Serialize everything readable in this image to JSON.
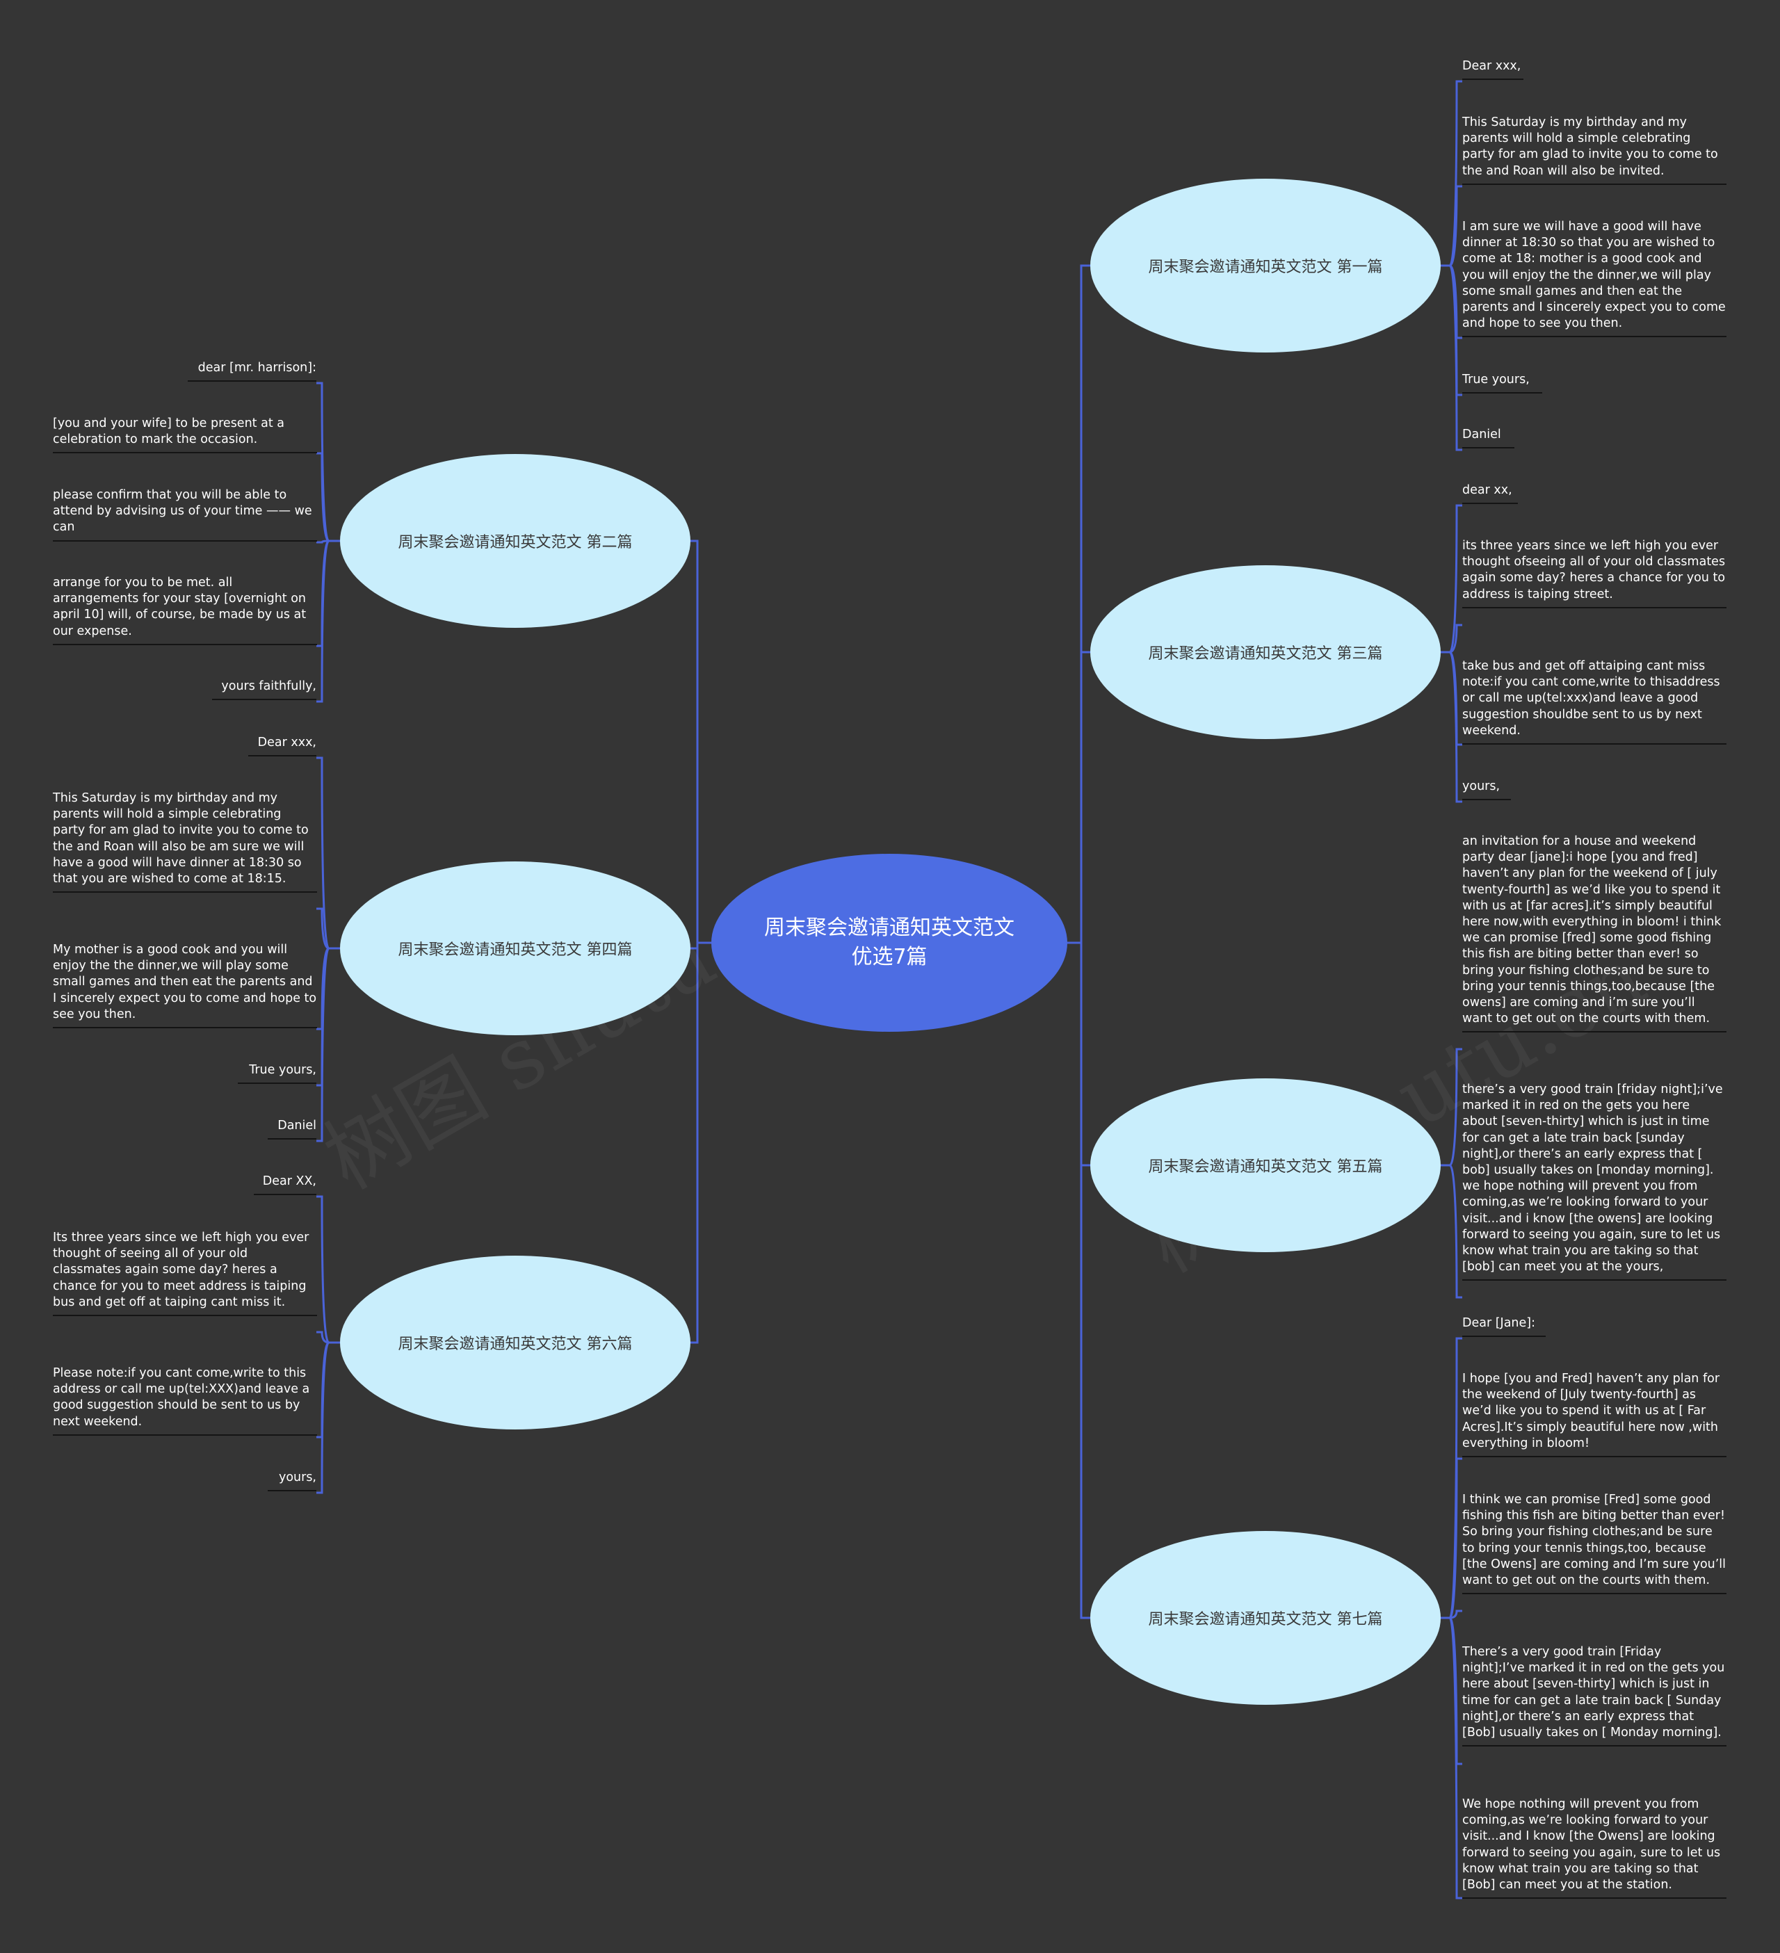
{
  "root": {
    "title": "周末聚会邀请通知英文范文优选7篇"
  },
  "watermark": "树图 shutu.cn",
  "colors": {
    "background": "#353535",
    "center": "#4d6de3",
    "branch": "#c9eefc",
    "line": "#4a63d9"
  },
  "branches": {
    "b1": {
      "title": "周末聚会邀请通知英文范文 第一篇",
      "leaves": [
        "Dear xxx,",
        "This Saturday is my birthday and my parents will hold a simple celebrating party for  am glad to invite you to come to the  and Roan will also be invited.",
        "I am sure we will have a good  will have dinner at 18:30 so that you are wished to come at 18: mother is a good cook and you will enjoy the  the dinner,we will play  some small games and then eat the parents and I sincerely expect you to come and hope to see you then.",
        "True yours,",
        "Daniel"
      ]
    },
    "b2": {
      "title": "周末聚会邀请通知英文范文 第二篇",
      "leaves": [
        "dear [mr. harrison]:",
        "[you and your wife] to be present at a celebration to mark the occasion.",
        "please confirm that you will be able to attend by advising us of your time —— we can",
        "arrange for you to be met. all arrangements for your stay [overnight on  april 10] will, of course, be made by us at  our expense.",
        "yours faithfully,"
      ]
    },
    "b3": {
      "title": "周末聚会邀请通知英文范文 第三篇",
      "leaves": [
        "dear xx,",
        "its three years since we left  high  you ever thought ofseeing all of your old classmates again some day? heres a chance for you to  address is  taiping street.",
        "take bus  and get off attaiping  cant miss  note:if you cant come,write to thisaddress or call me up(tel:xxx)and leave a  good suggestion shouldbe sent to us by next weekend.",
        "yours,"
      ]
    },
    "b4": {
      "title": "周末聚会邀请通知英文范文 第四篇",
      "leaves": [
        "Dear xxx,",
        "This Saturday is my birthday and my parents will hold a simple celebrating party for  am glad to invite you to come to the  and Roan will also be  am sure we will have a good  will have dinner at 18:30 so that you are wished to come at 18:15.",
        "My mother is a good cook and you will enjoy the  the dinner,we will play some small games and then eat the  parents and I sincerely expect you to come and hope to see you then.",
        "True yours,",
        "Daniel"
      ]
    },
    "b5": {
      "title": "周末聚会邀请通知英文范文 第五篇",
      "leaves": [
        "an invitation for a house and weekend party dear [jane]:i hope [you and fred] haven’t any plan for the weekend of [ july twenty-fourth] as we’d like you to spend it with us at [far acres].it’s simply beautiful here now,with everything in bloom! i think we can promise [fred] some good fishing this  fish are biting better than ever! so bring your fishing clothes;and be sure to bring your tennis things,too,because [the owens] are coming and i’m sure you’ll want to get  out on the courts with them.",
        "there’s a very good train [friday night];i’ve marked it in red on the  gets you here about [seven-thirty] which is just in time for  can get a late train back [sunday  night],or there’s an early express that [ bob] usually takes on [monday morning]. we hope nothing will prevent you from coming,as we’re looking forward to your visit...and i know [the owens] are looking forward to seeing you again, sure  to let us know what train you are taking so that [bob] can meet you at the  yours,"
      ]
    },
    "b6": {
      "title": "周末聚会邀请通知英文范文 第六篇",
      "leaves": [
        "Dear XX,",
        "Its three years since we left  high  you ever thought of seeing all of your old classmates again some day? heres a chance for you to meet  address is  taiping  bus  and get off at taiping  cant miss it.",
        "Please note:if you cant come,write to this address or call me up(tel:XXX)and leave a   good suggestion should be sent to us by next weekend.",
        "yours,"
      ]
    },
    "b7": {
      "title": "周末聚会邀请通知英文范文 第七篇",
      "leaves": [
        "Dear [Jane]:",
        "I hope [you and Fred] haven’t any plan for the weekend of [July twenty-fourth] as we’d like you to spend it with us at [ Far Acres].It’s simply beautiful here now ,with everything in bloom!",
        "I think we can promise [Fred] some good fishing this  fish are biting better than ever! So bring your fishing clothes;and be  sure to bring your tennis things,too, because [the Owens] are coming and I’m sure you’ll want to get out on the courts with them.",
        "There’s a very good train [Friday night];I’ve marked it in red on the  gets you here about [seven-thirty] which is just in time for  can get a late train back [ Sunday night],or there’s an early express that [Bob] usually takes on [ Monday morning].",
        "We hope nothing will prevent you from coming,as we’re looking forward to your visit...and I know [the Owens] are looking forward to seeing you again, sure  to let us know what train you are taking so that [Bob] can meet you at the station."
      ]
    }
  }
}
